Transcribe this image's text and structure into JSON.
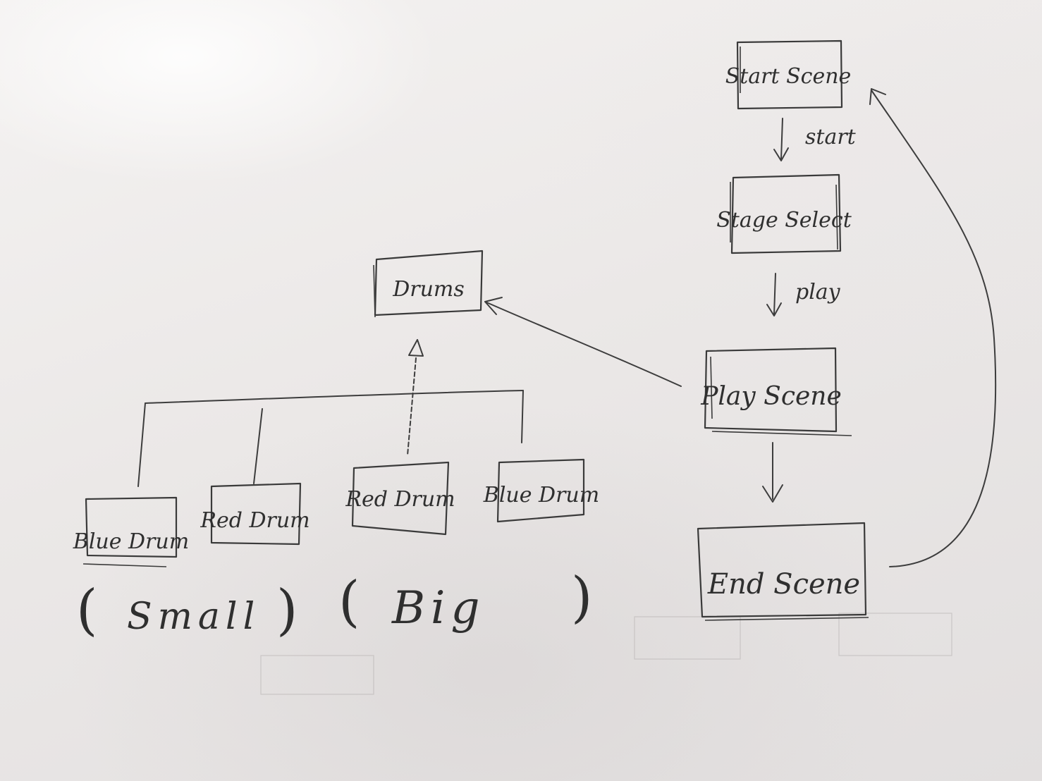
{
  "diagram": {
    "nodes": {
      "start_scene": "Start Scene",
      "stage_select": "Stage Select",
      "play_scene": "Play Scene",
      "end_scene": "End Scene",
      "drums": "Drums",
      "small_blue_drum": "Blue Drum",
      "small_red_drum": "Red Drum",
      "big_red_drum": "Red Drum",
      "big_blue_drum": "Blue Drum"
    },
    "edges": {
      "start_to_stage": "start",
      "stage_to_play": "play"
    },
    "groups": {
      "small": "Small",
      "big": "Big"
    },
    "parens": {
      "open": "(",
      "close": ")"
    }
  }
}
